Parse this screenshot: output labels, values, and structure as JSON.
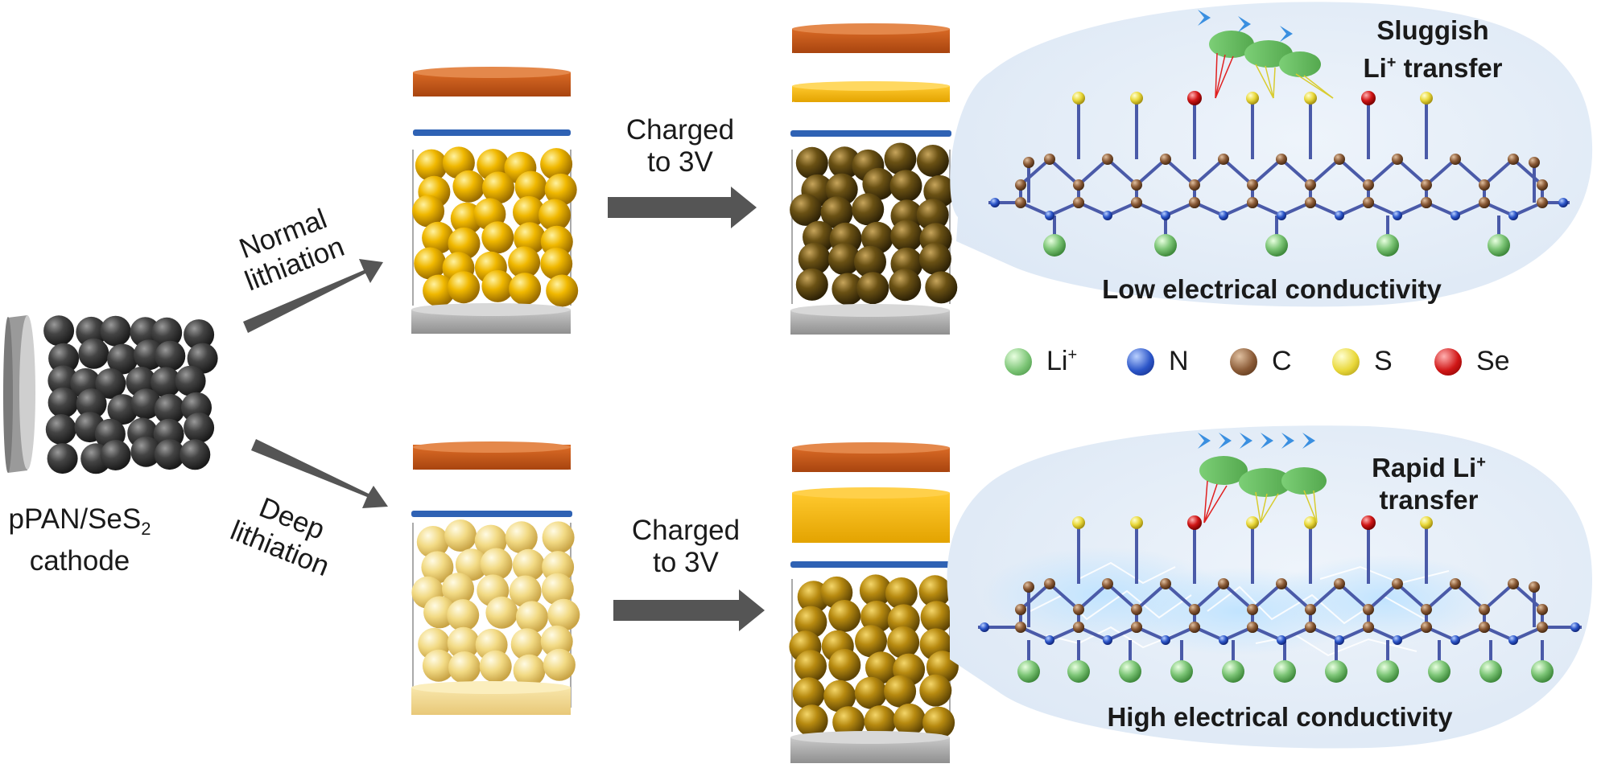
{
  "cathode": {
    "label_main": "pPAN/SeS",
    "label_sub": "2",
    "label_line2": "cathode"
  },
  "paths": {
    "normal": {
      "line1": "Normal",
      "line2": "lithiation"
    },
    "deep": {
      "line1": "Deep",
      "line2": "lithiation"
    }
  },
  "charge_top": {
    "line1": "Charged",
    "line2": "to 3V"
  },
  "charge_bottom": {
    "line1": "Charged",
    "line2": "to 3V"
  },
  "top_panel": {
    "title_line1": "Sluggish",
    "title_line2_pre": "Li",
    "title_line2_sup": "+",
    "title_line2_post": " transfer",
    "caption": "Low electrical conductivity"
  },
  "bottom_panel": {
    "title_line1_pre": "Rapid Li",
    "title_line1_sup": "+",
    "title_line2": "transfer",
    "caption": "High electrical conductivity"
  },
  "legend": [
    {
      "label": "Li",
      "sup": "+",
      "color": "#7cc576",
      "icon": "li-ion-ball"
    },
    {
      "label": "N",
      "sup": "",
      "color": "#2b55c8",
      "icon": "nitrogen-ball"
    },
    {
      "label": "C",
      "sup": "",
      "color": "#8a5a36",
      "icon": "carbon-ball"
    },
    {
      "label": "S",
      "sup": "",
      "color": "#e9cf3a",
      "icon": "sulfur-ball"
    },
    {
      "label": "Se",
      "sup": "",
      "color": "#d01616",
      "icon": "selenium-ball"
    }
  ],
  "colors": {
    "cathode_sphere": "#3a3a3a",
    "active_top": "#e8b400",
    "active_bottom": "#f0d77a",
    "charged_top": "#5e4810",
    "charged_bottom": "#b48a10",
    "separator": "#2f62b4",
    "top_layer": "#c8561a",
    "collector": "#a8a8a8",
    "interlayer_top": "#f0b800",
    "interlayer_bottom": "#f5b800",
    "deep_collector": "#f3dc95",
    "arrow": "#555555"
  }
}
